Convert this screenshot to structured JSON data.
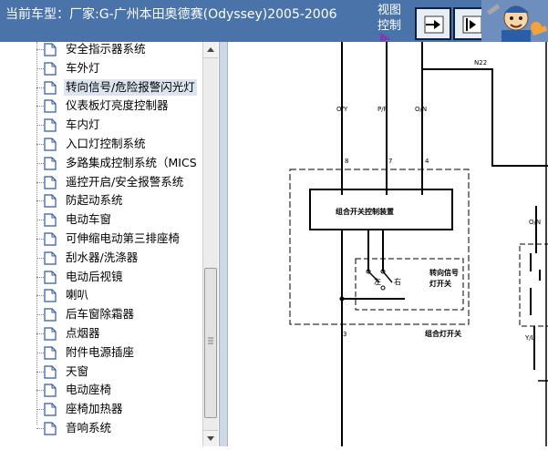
{
  "header": {
    "car_label": "当前车型：厂家:G-广州本田奥德赛(Odyssey)2005-2006",
    "view_control_label_1": "视图",
    "view_control_label_2": "控制"
  },
  "tree": {
    "items": [
      {
        "label": "安全指示器系统"
      },
      {
        "label": "车外灯"
      },
      {
        "label": "转向信号/危险报警闪光灯",
        "selected": true
      },
      {
        "label": "仪表板灯亮度控制器"
      },
      {
        "label": "车内灯"
      },
      {
        "label": "入口灯控制系统"
      },
      {
        "label": "多路集成控制系统（MICS"
      },
      {
        "label": "遥控开启/安全报警系统"
      },
      {
        "label": "防起动系统"
      },
      {
        "label": "电动车窗"
      },
      {
        "label": "可伸缩电动第三排座椅"
      },
      {
        "label": "刮水器/洗涤器"
      },
      {
        "label": "电动后视镜"
      },
      {
        "label": "喇叭"
      },
      {
        "label": "后车窗除霜器"
      },
      {
        "label": "点烟器"
      },
      {
        "label": "附件电源插座"
      },
      {
        "label": "天窗"
      },
      {
        "label": "电动座椅"
      },
      {
        "label": "座椅加热器"
      },
      {
        "label": "音响系统"
      }
    ]
  },
  "diagram": {
    "wires": {
      "w1": "O/Y",
      "w2": "P/R",
      "w3": "O/N",
      "top": "N22",
      "right": "O/N",
      "right_bottom": "Y/L"
    },
    "pins": {
      "p1": "8",
      "p2": "7",
      "p3": "4",
      "p4": "3"
    },
    "control_unit": "组合开关控制装置",
    "left_label": "左",
    "right_label": "右",
    "turn_switch_line1": "转向信号",
    "turn_switch_line2": "灯开关",
    "combo_switch": "组合灯开关"
  },
  "colors": {
    "header_bg": "#4a73aa",
    "pointer": "#7b3fb5",
    "selected_bg": "#dce4f1"
  }
}
